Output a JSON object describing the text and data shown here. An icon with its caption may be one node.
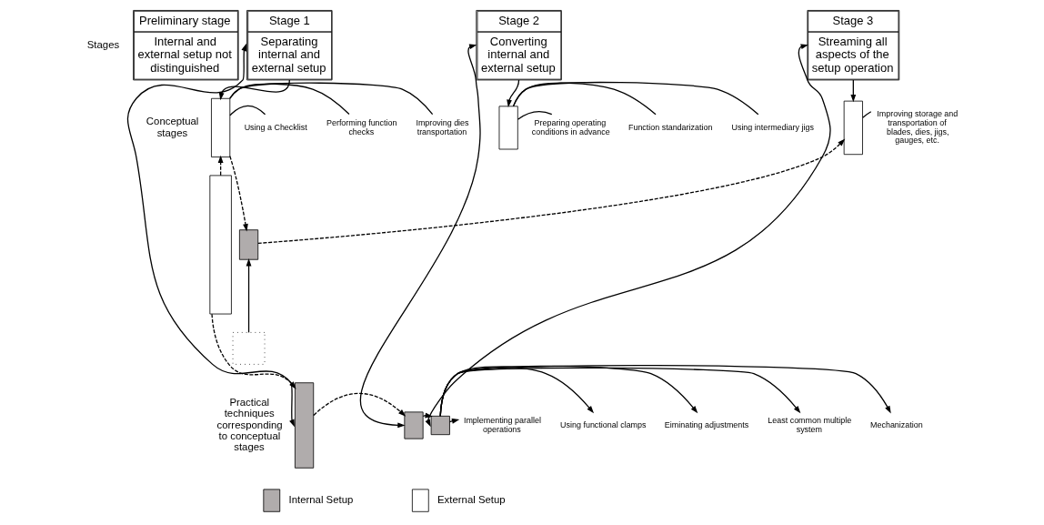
{
  "diagram": {
    "nodes": [
      {
        "text": [
          "Preliminary stage",
          "Internal and external setup not distinguished"
        ]
      },
      {
        "text": [
          "Stage 1",
          "Separating internal and external setup"
        ]
      },
      {
        "text": [
          "Stage 2",
          "Converting internal and external setup"
        ]
      },
      {
        "text": [
          "Stage 3",
          "Streaming all aspects of the setup operation"
        ]
      },
      {
        "text": [],
        "shape": "bar"
      },
      {
        "text": [],
        "shape": "bar"
      },
      {
        "text": [],
        "shape": "bar"
      },
      {
        "text": [],
        "shape": "bar"
      },
      {
        "text": [],
        "shape": "bar"
      },
      {
        "text": [],
        "shape": "box"
      },
      {
        "text": [],
        "shape": "bar"
      },
      {
        "text": [],
        "shape": "bar"
      },
      {
        "text": [],
        "shape": "box"
      },
      {
        "text": [
          "Using a Checklist"
        ]
      },
      {
        "text": [
          "Performing function checks"
        ]
      },
      {
        "text": [
          "Improving dies transportation"
        ]
      },
      {
        "text": [
          "Preparing operating conditions in advance"
        ]
      },
      {
        "text": [
          "Function standarization"
        ]
      },
      {
        "text": [
          "Using intermediary jigs"
        ]
      },
      {
        "text": [
          "Improving storage and transportation of blades, dies, jigs, gauges, etc."
        ]
      },
      {
        "text": [
          "Implementing parallel operations"
        ]
      },
      {
        "text": [
          "Using functional clamps"
        ]
      },
      {
        "text": [
          "Eiminating adjustments"
        ]
      },
      {
        "text": [
          "Least common multiple system"
        ]
      },
      {
        "text": [
          "Mechanization"
        ]
      }
    ],
    "edges": [
      {
        "from": 1,
        "to": 6,
        "arrow": "both"
      },
      {
        "from": 1,
        "to": 5,
        "arrow": "to"
      },
      {
        "from": 2,
        "to": 10,
        "arrow": "both"
      },
      {
        "from": 2,
        "to": 7,
        "arrow": "to"
      },
      {
        "from": 3,
        "to": 12,
        "arrow": "both"
      },
      {
        "from": 3,
        "to": 11,
        "arrow": "to"
      },
      {
        "from": 4,
        "to": 5,
        "arrow": "to",
        "style": "dashed"
      },
      {
        "from": 4,
        "to": 6,
        "arrow": "to",
        "style": "dashed"
      },
      {
        "from": 5,
        "to": 8,
        "arrow": "to",
        "style": "dashed"
      },
      {
        "from": 8,
        "to": 11,
        "arrow": "to",
        "style": "dashed"
      },
      {
        "from": 6,
        "to": 10,
        "arrow": "to",
        "style": "dashed"
      },
      {
        "from": 10,
        "to": 12,
        "arrow": "to",
        "style": "dashed"
      },
      {
        "from": 9,
        "to": 8,
        "arrow": "to"
      },
      {
        "from": 5,
        "to": 13,
        "arrow": "none"
      },
      {
        "from": 5,
        "to": 14,
        "arrow": "none"
      },
      {
        "from": 5,
        "to": 15,
        "arrow": "none"
      },
      {
        "from": 7,
        "to": 16,
        "arrow": "none"
      },
      {
        "from": 7,
        "to": 17,
        "arrow": "none"
      },
      {
        "from": 7,
        "to": 18,
        "arrow": "none"
      },
      {
        "from": 11,
        "to": 19,
        "arrow": "none"
      },
      {
        "from": 12,
        "to": 20,
        "arrow": "to"
      },
      {
        "from": 12,
        "to": 21,
        "arrow": "to"
      },
      {
        "from": 12,
        "to": 22,
        "arrow": "to"
      },
      {
        "from": 12,
        "to": 23,
        "arrow": "to"
      },
      {
        "from": 12,
        "to": 24,
        "arrow": "to"
      }
    ],
    "labels": [
      "Stages",
      "Conceptual stages",
      "Practical techniques corresponding to conceptual stages"
    ],
    "legend": [
      {
        "text": "Internal Setup",
        "color": "#b0acac"
      },
      {
        "text": "External Setup",
        "color": "#ffffff"
      }
    ]
  }
}
